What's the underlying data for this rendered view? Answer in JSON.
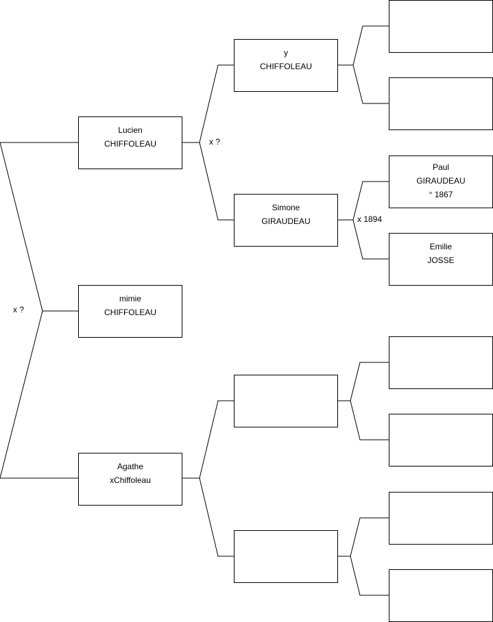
{
  "persons": {
    "lucien": {
      "first": "Lucien",
      "last": "CHIFFOLEAU",
      "extra": ""
    },
    "mimie": {
      "first": "mimie",
      "last": "CHIFFOLEAU",
      "extra": ""
    },
    "agathe": {
      "first": "Agathe",
      "last": "xChiffoleau",
      "extra": ""
    },
    "y": {
      "first": "y",
      "last": "CHIFFOLEAU",
      "extra": ""
    },
    "simone": {
      "first": "Simone",
      "last": "GIRAUDEAU",
      "extra": ""
    },
    "paul": {
      "first": "Paul",
      "last": "GIRAUDEAU",
      "extra": "° 1867"
    },
    "emilie": {
      "first": "Emilie",
      "last": "JOSSE",
      "extra": ""
    },
    "empty": {
      "first": "",
      "last": "",
      "extra": ""
    }
  },
  "marriages": {
    "root": "x ?",
    "lucien_parents": "x ?",
    "simone_parents": "x 1894"
  }
}
